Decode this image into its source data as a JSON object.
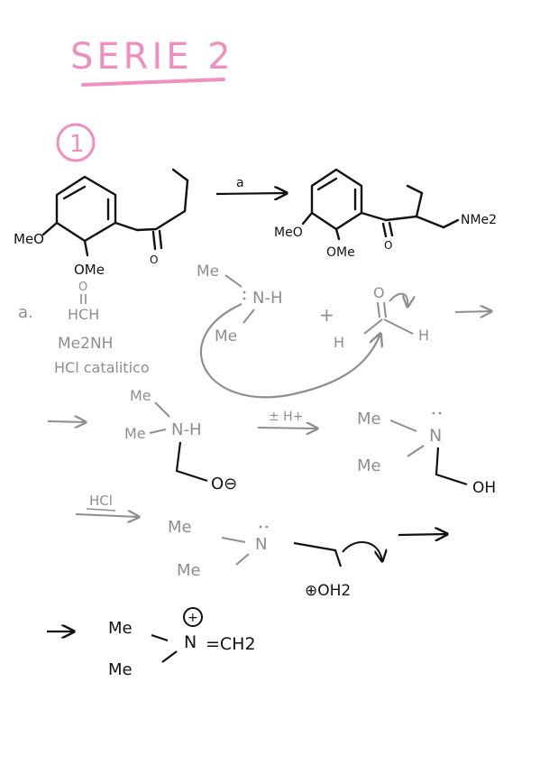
{
  "colors": {
    "accent": "#ee8fc0",
    "ink": "#111111",
    "pencil": "#8e8e8e"
  },
  "heading": {
    "title": "SERIE 2",
    "problem_number": "1"
  },
  "reaction1": {
    "start": {
      "sub_left": "MeO",
      "sub_bottom": "OMe",
      "carbonyl_o": "O"
    },
    "arrow_label": "a",
    "product": {
      "sub_left": "MeO",
      "sub_bottom": "OMe",
      "carbonyl_o": "O",
      "amine": "NMe2"
    }
  },
  "conditions": {
    "label": "a.",
    "reagents": [
      "HCH",
      "Me2NH",
      "HCl catalitico"
    ],
    "formaldehyde_o": "O"
  },
  "step1": {
    "amine_me_top": "Me",
    "amine_nh": "N-H",
    "amine_me_bottom": "Me",
    "plus": "+",
    "aldehyde_o": "O",
    "aldehyde_h_left": "H",
    "aldehyde_h_right": "H"
  },
  "step2": {
    "me_top": "Me",
    "me_left": "Me",
    "nh": "N-H",
    "oxide": "O⊖",
    "proton_transfer": "± H+",
    "me_top_2": "Me",
    "n": "N",
    "me_bottom_2": "Me",
    "oh": "OH"
  },
  "step3": {
    "reagent": "HCl",
    "me_top": "Me",
    "n": "N",
    "me_bottom": "Me",
    "leaving": "⊕OH2"
  },
  "step4": {
    "me_top": "Me",
    "n": "N",
    "charge": "+",
    "ch2": "=CH2",
    "me_bottom": "Me"
  }
}
